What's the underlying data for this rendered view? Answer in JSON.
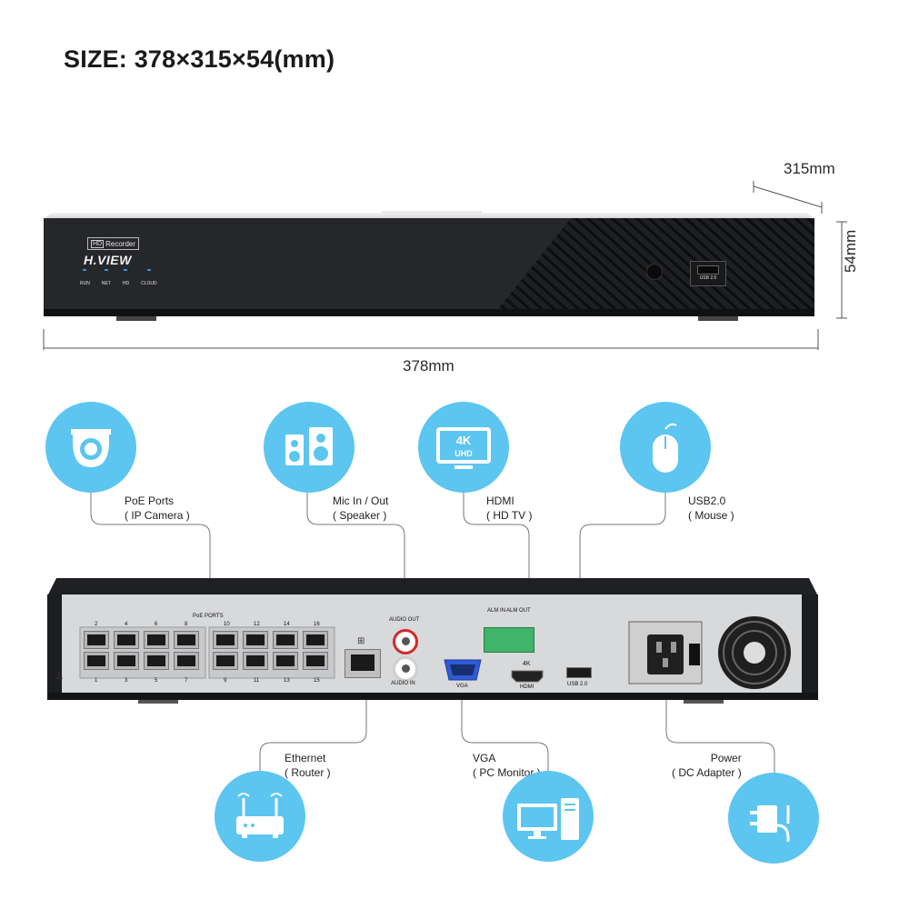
{
  "size_title": "SIZE: 378×315×54(mm)",
  "dimensions": {
    "depth": "315mm",
    "height": "54mm",
    "width": "378mm"
  },
  "front_panel": {
    "badge": "Recorder",
    "badge_hd": "HD",
    "brand": "H.VIEW",
    "leds": [
      "RUN",
      "NET",
      "HD",
      "CLOUD"
    ],
    "usb_label": "USB 2.0"
  },
  "rear_panel": {
    "poe_title": "PoE PORTS",
    "poe_top_numbers": [
      "2",
      "4",
      "6",
      "8",
      "10",
      "12",
      "14",
      "16"
    ],
    "poe_bottom_numbers": [
      "1",
      "3",
      "5",
      "7",
      "9",
      "11",
      "13",
      "15"
    ],
    "audio_out": "AUDIO OUT",
    "audio_in": "AUDIO IN",
    "vga": "VGA",
    "alarm_in": "ALM IN",
    "alarm_out": "ALM OUT",
    "hdmi_4k": "4K",
    "hdmi": "HDMI",
    "usb": "USB 2.0"
  },
  "callouts": [
    {
      "key": "poe",
      "line1": "PoE Ports",
      "line2": "( IP Camera )",
      "icon": "dome-camera-icon"
    },
    {
      "key": "mic",
      "line1": "Mic In / Out",
      "line2": "( Speaker )",
      "icon": "speaker-icon"
    },
    {
      "key": "hdmi",
      "line1": "HDMI",
      "line2": "( HD TV )",
      "icon": "4k-tv-icon",
      "icon_text1": "4K",
      "icon_text2": "UHD"
    },
    {
      "key": "usb",
      "line1": "USB2.0",
      "line2": "( Mouse )",
      "icon": "mouse-icon"
    },
    {
      "key": "ethernet",
      "line1": "Ethernet",
      "line2": "( Router )",
      "icon": "router-icon"
    },
    {
      "key": "vga",
      "line1": "VGA",
      "line2": "( PC Monitor )",
      "icon": "pc-monitor-icon"
    },
    {
      "key": "power",
      "line1": "Power",
      "line2": "( DC Adapter )",
      "icon": "power-adapter-icon"
    }
  ],
  "colors": {
    "accent": "#5cc5f0",
    "device": "#1c1d20",
    "rear_plate": "#d8d9db"
  }
}
